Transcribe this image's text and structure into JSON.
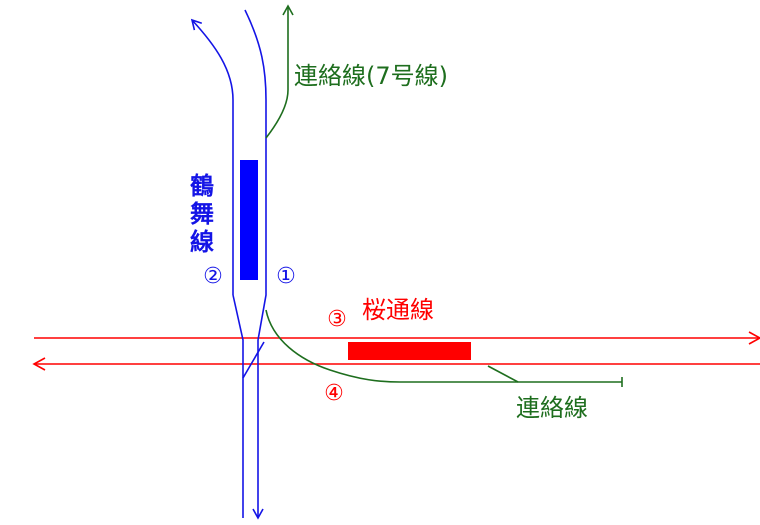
{
  "colors": {
    "blue": "#1414e6",
    "green": "#1e6e1e",
    "red": "#ff0000",
    "platform_blue": "#0000ff",
    "platform_red": "#ff0000",
    "background": "#ffffff"
  },
  "labels": {
    "tsurumai_line": [
      "鶴",
      "舞",
      "線"
    ],
    "sakuradori_line": "桜通線",
    "connecting_line_7": "連絡線(7号線)",
    "connecting_line": "連絡線",
    "platform_1": "①",
    "platform_2": "②",
    "platform_3": "③",
    "platform_4": "④"
  }
}
